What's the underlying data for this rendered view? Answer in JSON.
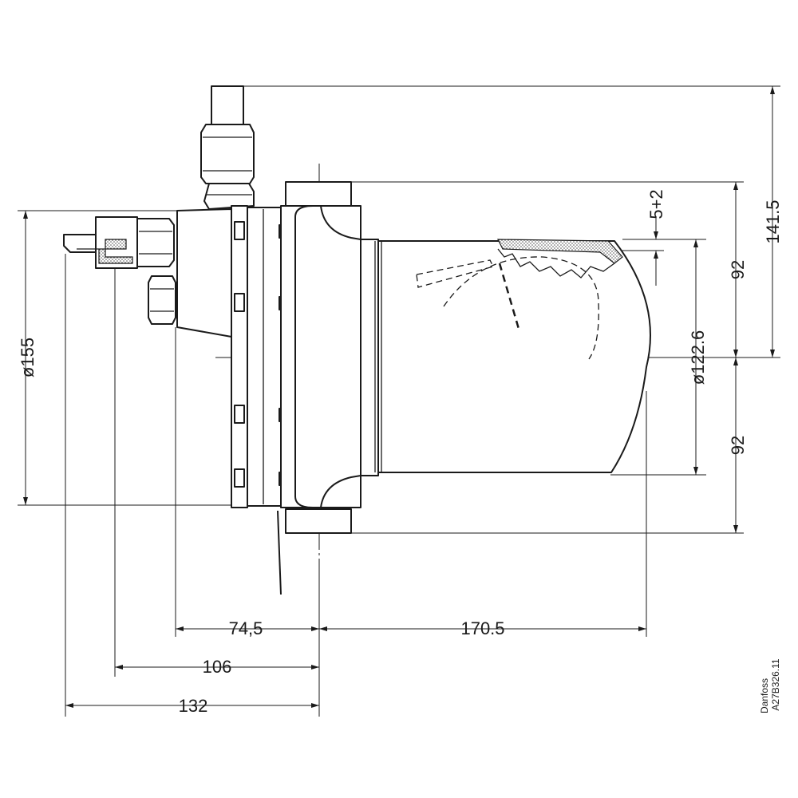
{
  "dimensions": {
    "total_height": "141.5",
    "upper_half": "92",
    "lower_half": "92",
    "gap": "5+2",
    "bowl_diameter": "ø122.6",
    "flange_diameter": "ø155",
    "length_74": "74,5",
    "length_170": "170.5",
    "length_106": "106",
    "length_132": "132"
  },
  "footer": {
    "brand": "Danfoss",
    "code": "A27B326.11"
  }
}
